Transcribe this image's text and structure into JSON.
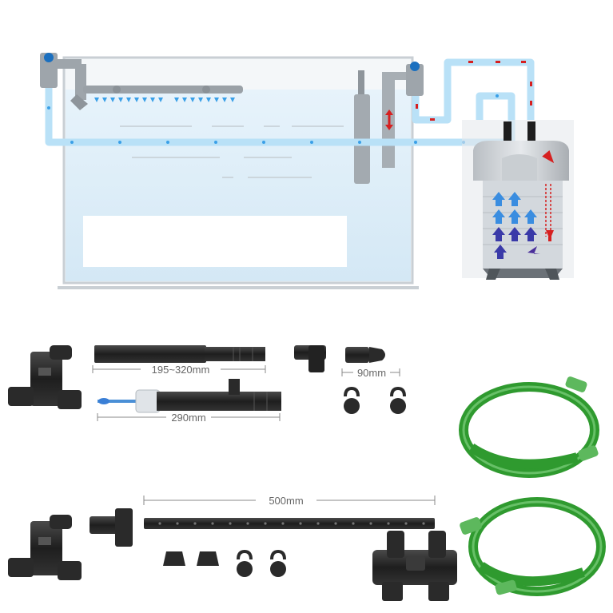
{
  "labels": {
    "dim_inlet_tube": "195~320mm",
    "dim_short_tube": "90mm",
    "dim_skimmer_tube": "290mm",
    "dim_spray_bar": "500mm"
  },
  "colors": {
    "water_flow": "#3aa0e8",
    "return_flow": "#d62020",
    "hose_green": "#2f9a2f",
    "part_black": "#1e1e1e"
  },
  "icons": {
    "flow_arrow_up": "blue-up-arrow",
    "flow_arrow_down": "red-down-arrow"
  }
}
